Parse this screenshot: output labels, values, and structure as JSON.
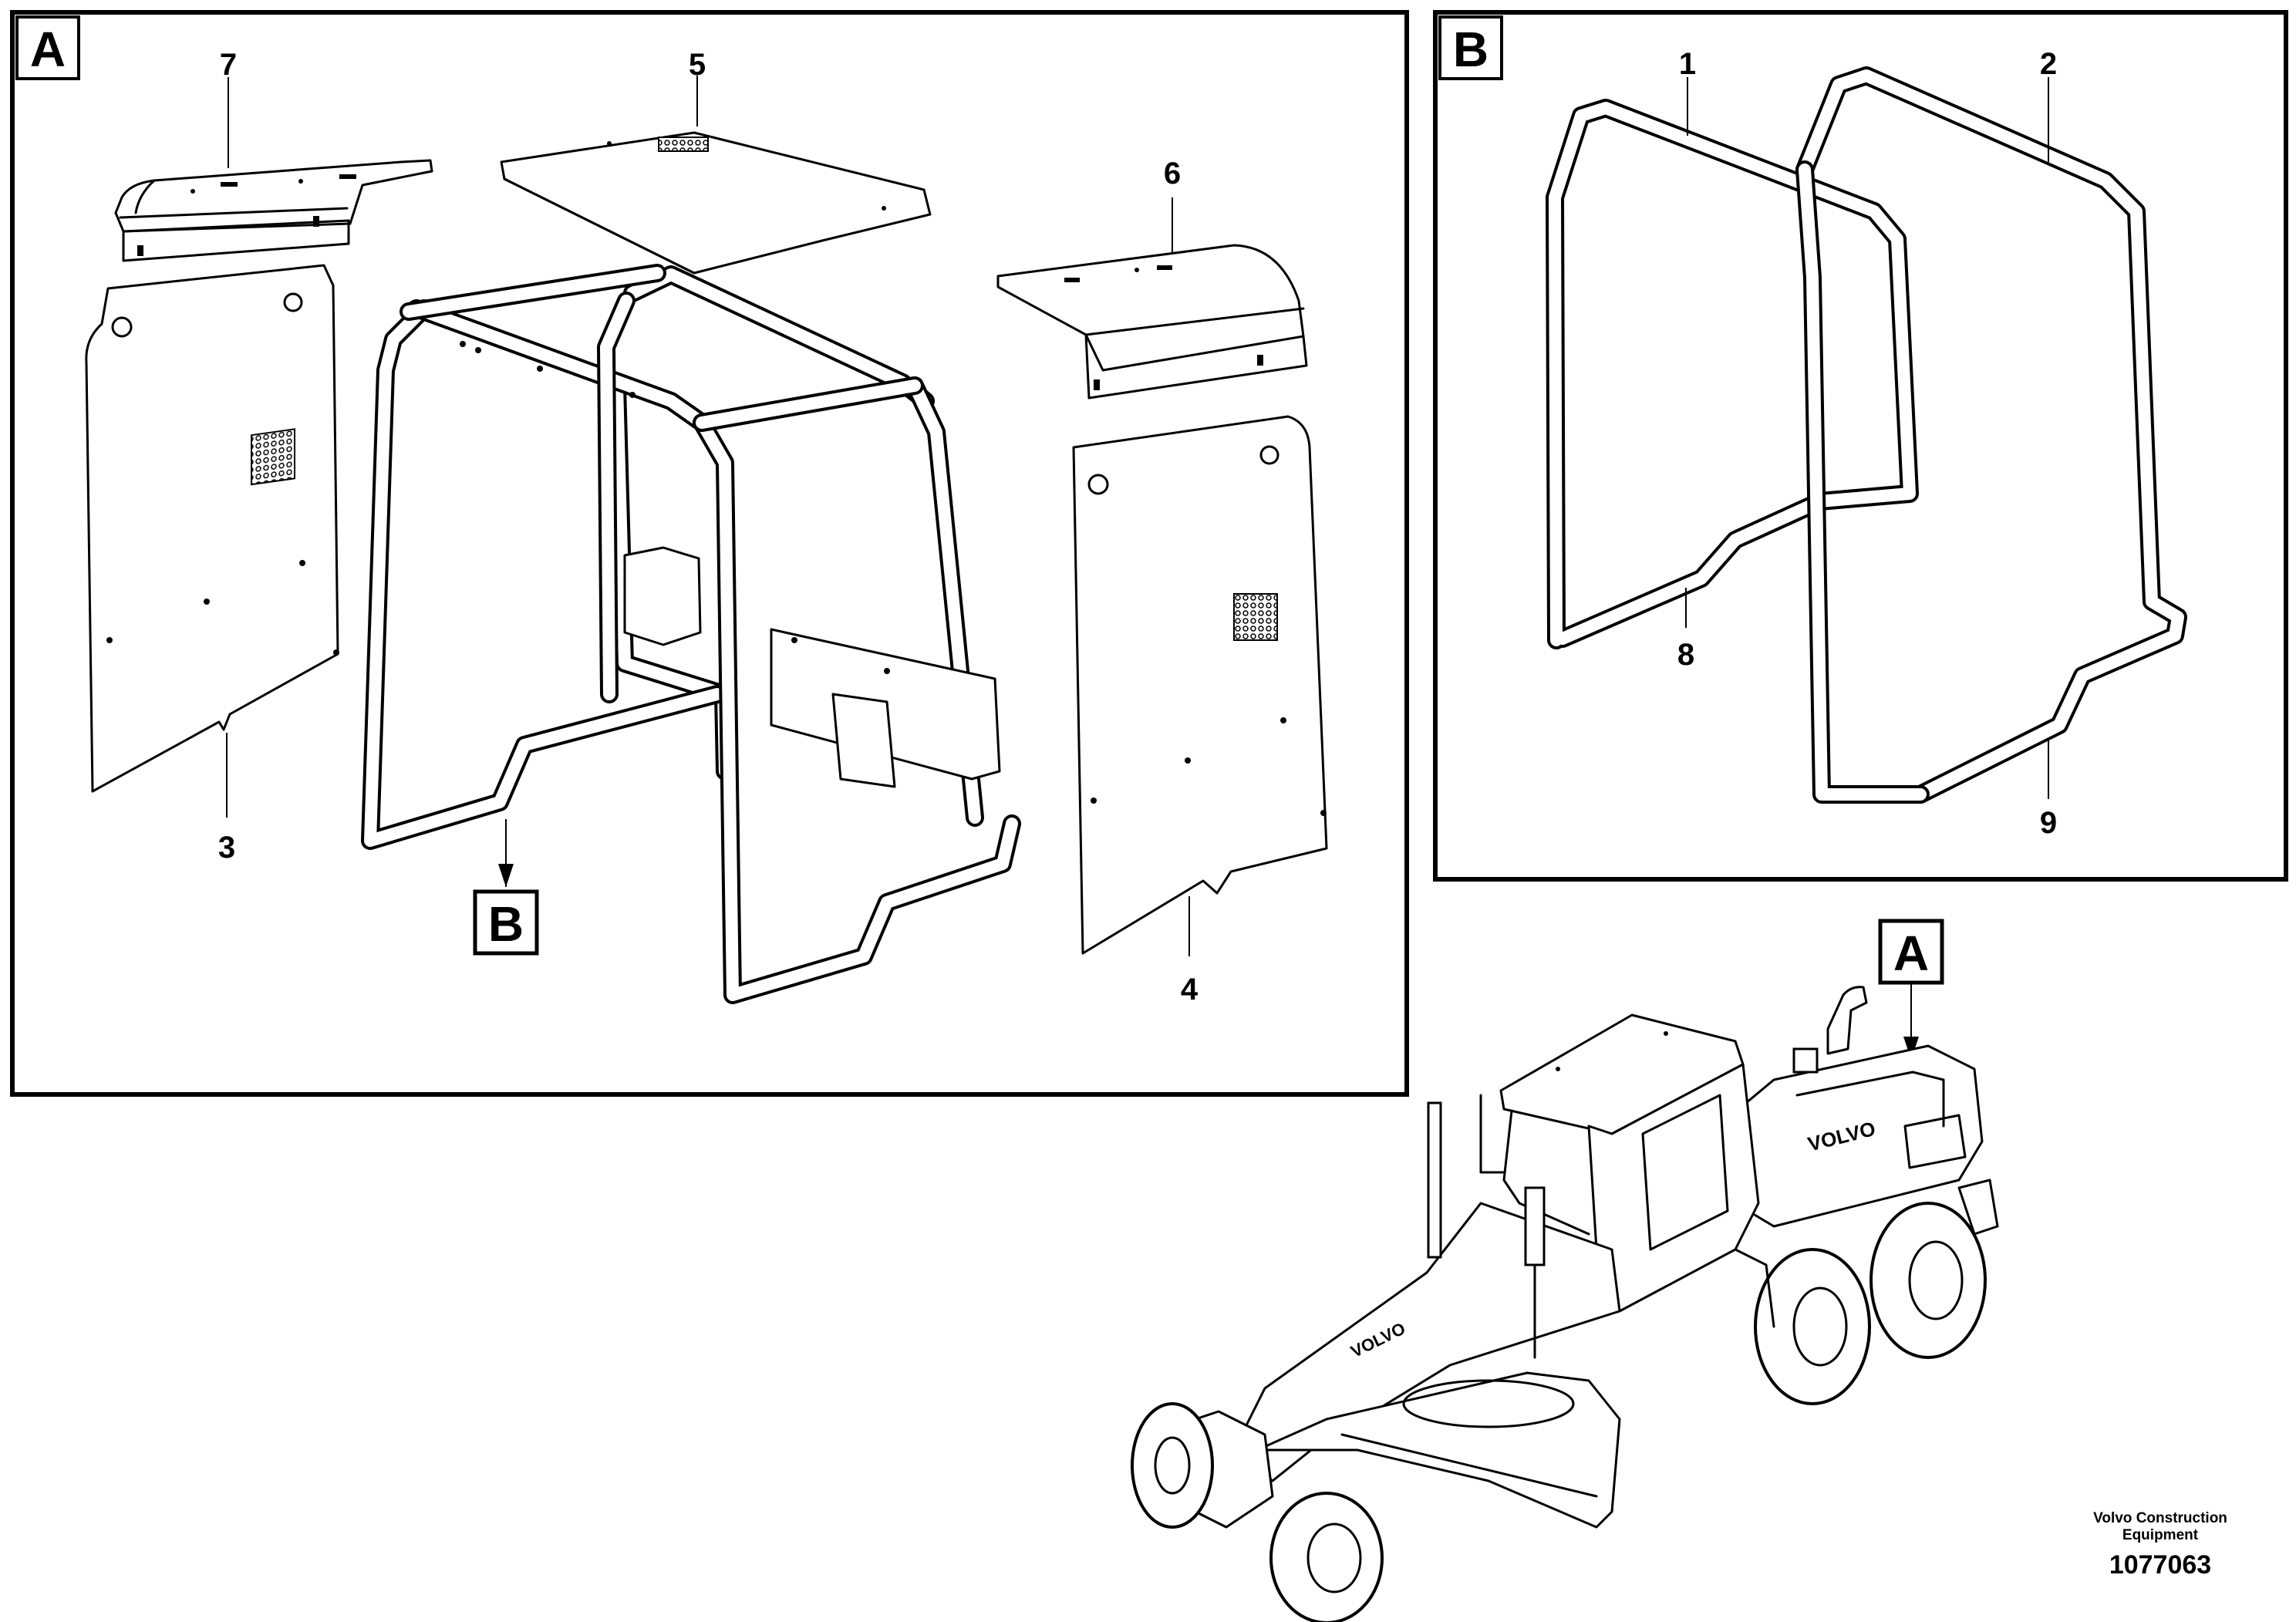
{
  "views": {
    "a": {
      "letter": "A"
    },
    "b": {
      "letter": "B"
    }
  },
  "callouts": {
    "ref_b": "B",
    "ref_a": "A"
  },
  "part_numbers": {
    "p1": "1",
    "p2": "2",
    "p3": "3",
    "p4": "4",
    "p5": "5",
    "p6": "6",
    "p7": "7",
    "p8": "8",
    "p9": "9"
  },
  "machine": {
    "brand_text": "VOLVO"
  },
  "footer": {
    "company_line1": "Volvo Construction",
    "company_line2": "Equipment",
    "drawing_number": "1077063"
  }
}
